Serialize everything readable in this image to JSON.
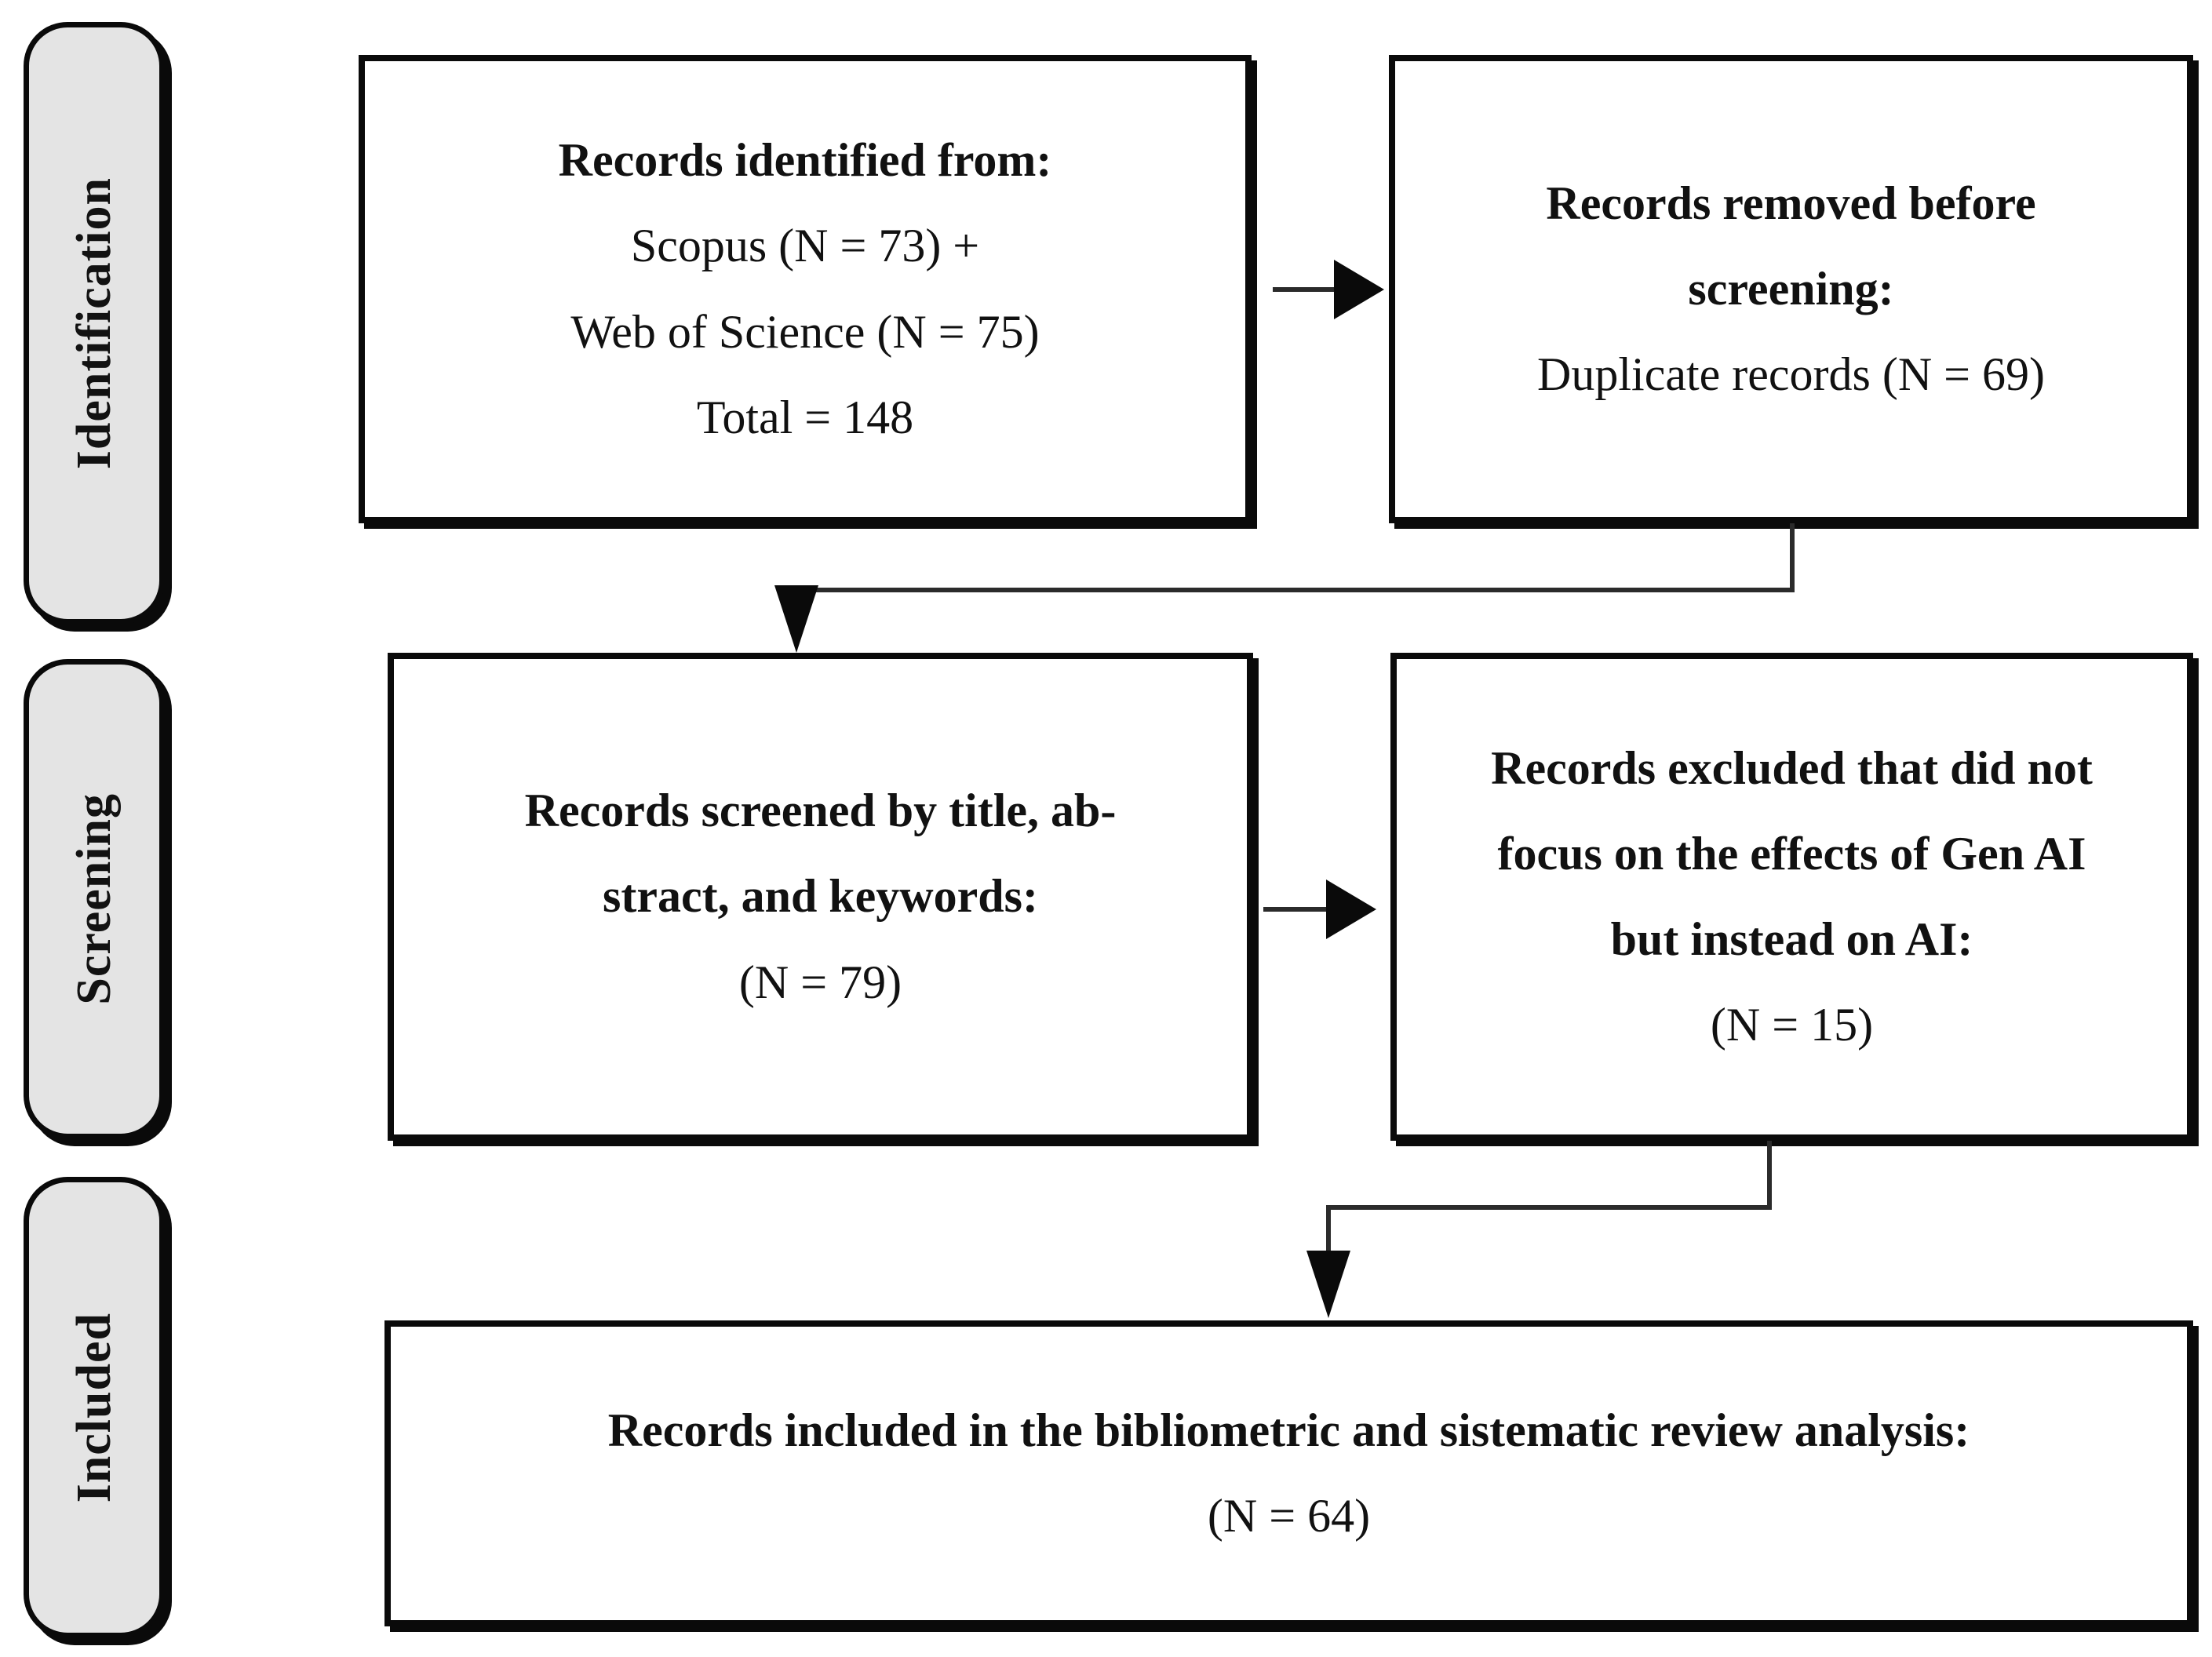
{
  "diagram": {
    "title": "PRISMA flow diagram",
    "colors": {
      "stage_fill": "#e4e4e4",
      "stroke": "#0a0a0a",
      "box_fill": "#ffffff",
      "text": "#111111",
      "connector": "#2b2b2b"
    }
  },
  "stages": [
    {
      "label": "Identification"
    },
    {
      "label": "Screening"
    },
    {
      "label": "Included"
    }
  ],
  "boxes": {
    "identified": {
      "lines": [
        {
          "text": "Records identified from:",
          "bold": true
        },
        {
          "text": "Scopus (N = 73) +",
          "bold": false
        },
        {
          "text": "Web of Science (N = 75)",
          "bold": false
        },
        {
          "text": "Total = 148",
          "bold": false
        }
      ]
    },
    "removed": {
      "lines": [
        {
          "text": "Records removed before",
          "bold": true
        },
        {
          "text": "screening:",
          "bold": true
        },
        {
          "text": "Duplicate records (N = 69)",
          "bold": false
        }
      ]
    },
    "screened": {
      "lines": [
        {
          "text": "Records screened by title, ab-",
          "bold": true
        },
        {
          "text": "stract, and keywords:",
          "bold": true
        },
        {
          "text": "(N = 79)",
          "bold": false
        }
      ]
    },
    "excluded": {
      "lines": [
        {
          "text": "Records excluded that did not",
          "bold": true
        },
        {
          "text": "focus on the effects of Gen AI",
          "bold": true
        },
        {
          "text": "but instead on AI:",
          "bold": true
        },
        {
          "text": "(N = 15)",
          "bold": false
        }
      ]
    },
    "included": {
      "lines": [
        {
          "text": "Records included in the bibliometric and sistematic review analysis:",
          "bold": true
        },
        {
          "text": "(N = 64)",
          "bold": false
        }
      ]
    }
  },
  "connectors": [
    {
      "name": "identified-to-removed",
      "type": "arrow-right"
    },
    {
      "name": "removed-to-screened",
      "type": "elbow-down-left"
    },
    {
      "name": "screened-to-excluded",
      "type": "arrow-right"
    },
    {
      "name": "excluded-to-included",
      "type": "elbow-down-left"
    }
  ]
}
